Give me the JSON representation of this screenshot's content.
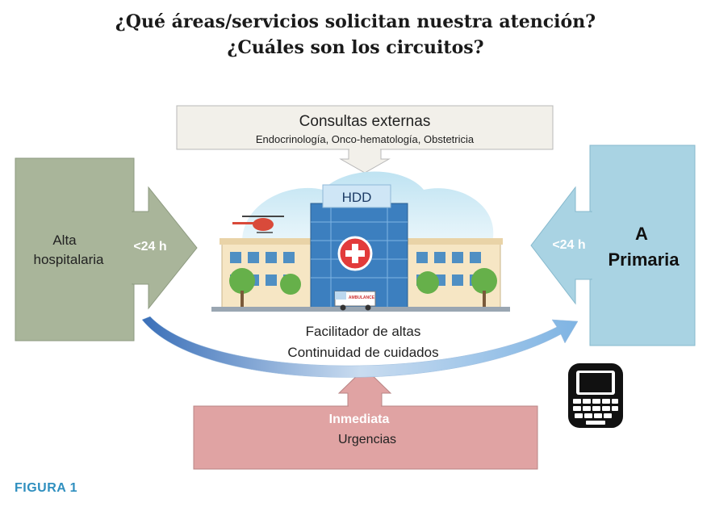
{
  "title": {
    "line1": "¿Qué áreas/servicios solicitan nuestra atención?",
    "line2": "¿Cuáles son los circuitos?"
  },
  "top_box": {
    "title": "Consultas externas",
    "subtitle": "Endocrinología, Onco-hematología, Obstetricia"
  },
  "left_box": {
    "line1": "Alta",
    "line2": "hospitalaria",
    "arrow_label": "<24 h"
  },
  "right_box": {
    "line1": "A",
    "line2": "Primaria",
    "arrow_label": "<24 h"
  },
  "center": {
    "hdd_label": "HDD",
    "ambulance_text": "AMBULANCE",
    "curve_line1": "Facilitador de altas",
    "curve_line2": "Continuidad de cuidados"
  },
  "bottom_box": {
    "line1": "Inmediata",
    "line2": "Urgencias"
  },
  "figure_caption": "FIGURA 1",
  "colors": {
    "left_box": "#a9b59a",
    "right_box": "#a9d3e3",
    "top_box": "#f2f0ea",
    "bottom_box": "#e0a3a3",
    "curve": "#5d8fcf",
    "caption": "#2f8fbf"
  },
  "icons": [
    "hospital-building-icon",
    "helicopter-icon",
    "ambulance-icon",
    "mobile-phone-icon"
  ]
}
